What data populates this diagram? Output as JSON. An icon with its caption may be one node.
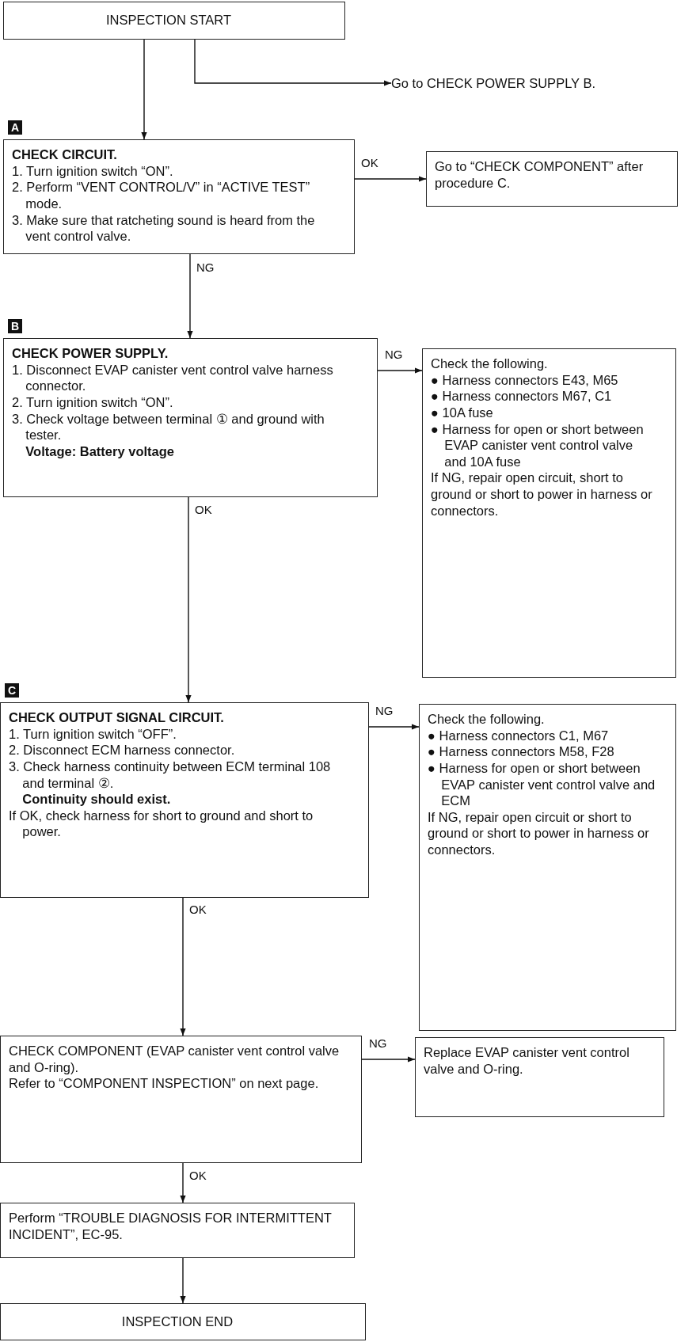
{
  "diagram": {
    "nodes": [
      {
        "text": [
          "INSPECTION START"
        ]
      },
      {
        "text": [
          "Go to CHECK POWER SUPPLY B."
        ]
      },
      {
        "text": [
          "CHECK CIRCUIT.",
          "1. Turn ignition switch “ON”.",
          "2. Perform “VENT CONTROL/V” in “ACTIVE TEST” mode.",
          "3. Make sure that ratcheting sound is heard from the vent control valve."
        ],
        "beside": [
          "A"
        ]
      },
      {
        "text": [
          "Go to “CHECK COMPONENT” after procedure C."
        ]
      },
      {
        "text": [
          "CHECK POWER SUPPLY.",
          "1. Disconnect EVAP canister vent control valve harness connector.",
          "2. Turn ignition switch “ON”.",
          "3. Check voltage between terminal ① and ground with tester.",
          "Voltage: Battery voltage"
        ],
        "beside": [
          "B"
        ]
      },
      {
        "text": [
          "Check the following.",
          "● Harness connectors E43, M65",
          "● Harness connectors M67, C1",
          "● 10A fuse",
          "● Harness for open or short between EVAP canister vent control valve and 10A fuse",
          "If NG, repair open circuit, short to ground or short to power in harness or connectors."
        ]
      },
      {
        "text": [
          "CHECK OUTPUT SIGNAL CIRCUIT.",
          "1. Turn ignition switch “OFF”.",
          "2. Disconnect ECM harness connector.",
          "3. Check harness continuity between ECM terminal 108 and terminal ②.",
          "Continuity should exist.",
          "If OK, check harness for short to ground and short to power."
        ],
        "beside": [
          "C"
        ]
      },
      {
        "text": [
          "Check the following.",
          "● Harness connectors C1, M67",
          "● Harness connectors M58, F28",
          "● Harness for open or short between EVAP canister vent control valve and ECM",
          "If NG, repair open circuit or short to ground or short to power in harness or connectors."
        ]
      },
      {
        "text": [
          "CHECK COMPONENT (EVAP canister vent control valve and O-ring).",
          "Refer to “COMPONENT INSPECTION” on next page."
        ]
      },
      {
        "text": [
          "Replace EVAP canister vent control valve and O-ring."
        ]
      },
      {
        "text": [
          "Perform “TROUBLE DIAGNOSIS FOR INTERMITTENT INCIDENT”, EC-95."
        ]
      },
      {
        "text": [
          "INSPECTION END"
        ]
      }
    ],
    "edges": [
      {
        "from": 0,
        "to": 2,
        "arrow": "to"
      },
      {
        "from": 0,
        "to": 1,
        "arrow": "to"
      },
      {
        "from": 2,
        "to": 3,
        "arrow": "to",
        "label": "OK"
      },
      {
        "from": 2,
        "to": 4,
        "arrow": "to",
        "label": "NG"
      },
      {
        "from": 4,
        "to": 5,
        "arrow": "to",
        "label": "NG"
      },
      {
        "from": 4,
        "to": 6,
        "arrow": "to",
        "label": "OK"
      },
      {
        "from": 6,
        "to": 7,
        "arrow": "to",
        "label": "NG"
      },
      {
        "from": 6,
        "to": 8,
        "arrow": "to",
        "label": "OK"
      },
      {
        "from": 8,
        "to": 9,
        "arrow": "to",
        "label": "NG"
      },
      {
        "from": 8,
        "to": 10,
        "arrow": "to",
        "label": "OK"
      },
      {
        "from": 10,
        "to": 11,
        "arrow": "to"
      }
    ]
  }
}
